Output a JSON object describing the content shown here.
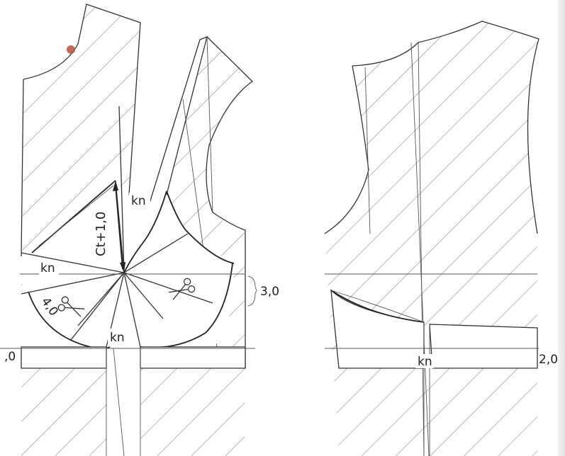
{
  "labels": {
    "kn_top": "kn",
    "kn_left": "kn",
    "kn_center": "kn",
    "kn_back": "kn",
    "dart_formula": "Ct+1,0",
    "measure_4": "4,0",
    "measure_3": "3,0",
    "measure_left_edge": ",0",
    "measure_2": "2,0"
  },
  "colors": {
    "line": "#333333",
    "hatch": "#555555",
    "spot": "#b5523b"
  },
  "icons": [
    "scissors-icon",
    "scissors-icon"
  ]
}
